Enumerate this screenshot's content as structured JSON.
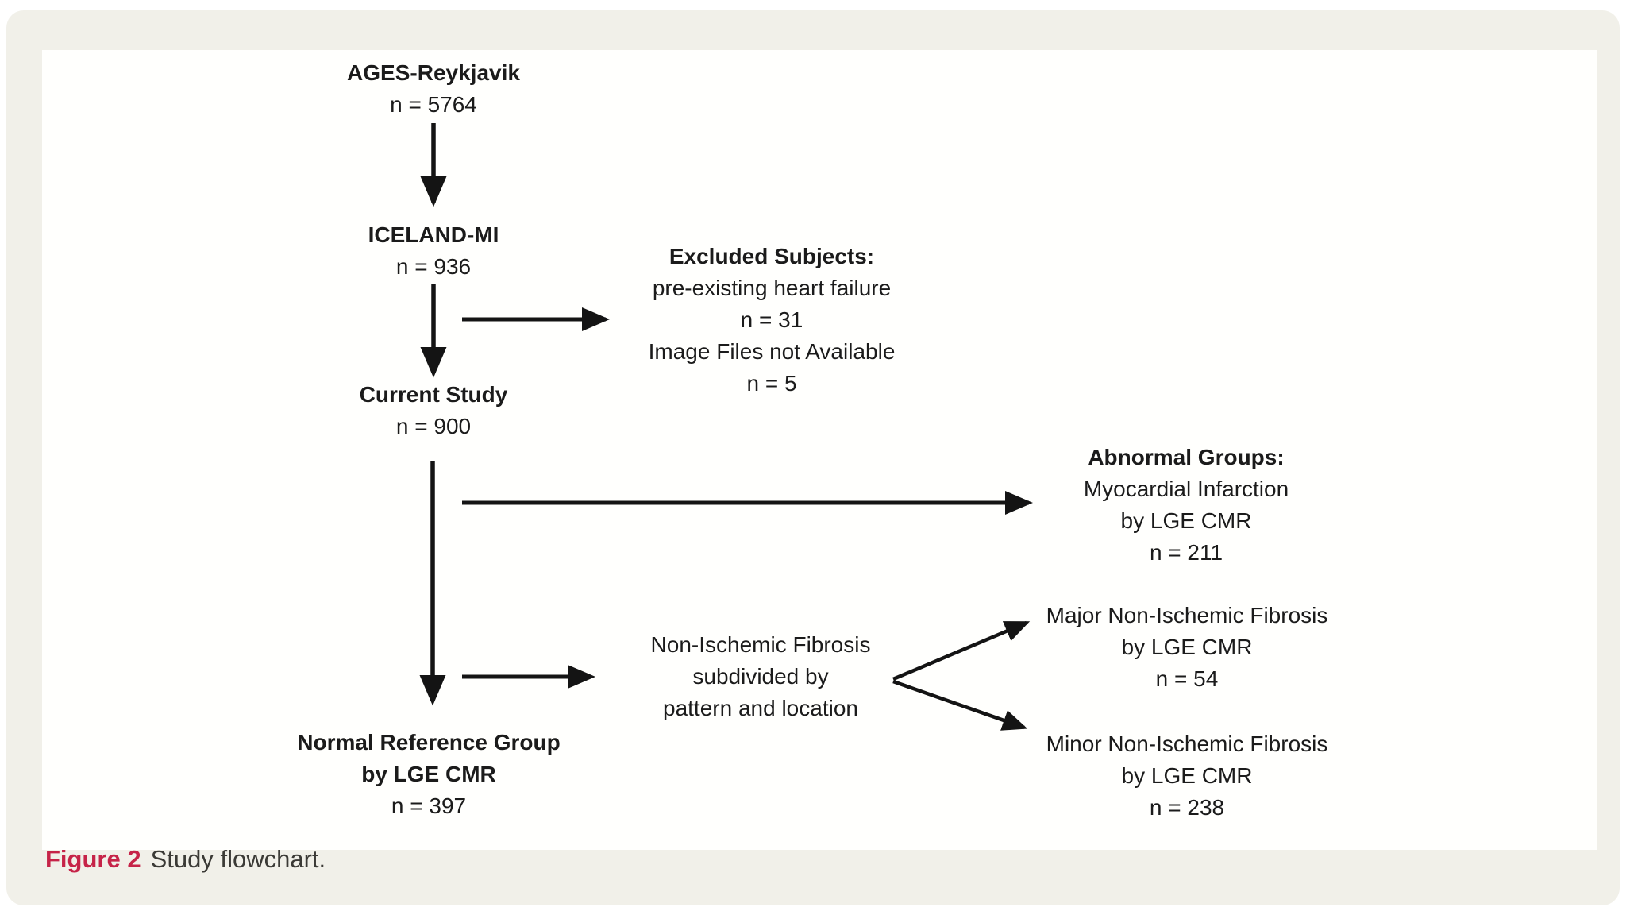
{
  "figure": {
    "caption": {
      "label": "Figure 2",
      "text": "Study flowchart."
    },
    "colors": {
      "caption_accent": "#c62348",
      "card_bg": "#f1f0e9",
      "panel_bg": "#fffffd",
      "ink": "#1b1b1b"
    },
    "nodes": {
      "ages": {
        "title": "AGES-Reykjavik",
        "count": "n = 5764"
      },
      "iceland": {
        "title": "ICELAND-MI",
        "count": "n = 936"
      },
      "excluded": {
        "title": "Excluded Subjects:",
        "reason1": "pre-existing heart failure",
        "count1": "n = 31",
        "reason2": "Image Files not Available",
        "count2": "n = 5"
      },
      "current": {
        "title": "Current Study",
        "count": "n = 900"
      },
      "abnormal": {
        "title": "Abnormal Groups:",
        "line1": "Myocardial Infarction",
        "line2": "by LGE CMR",
        "count": "n = 211"
      },
      "fibrosis": {
        "line1": "Non-Ischemic Fibrosis",
        "line2": "subdivided by",
        "line3": "pattern and location"
      },
      "major": {
        "line1": "Major Non-Ischemic Fibrosis",
        "line2": "by LGE CMR",
        "count": "n = 54"
      },
      "minor": {
        "line1": "Minor Non-Ischemic Fibrosis",
        "line2": "by LGE CMR",
        "count": "n = 238"
      },
      "normal": {
        "line1": "Normal Reference Group",
        "line2": "by LGE CMR",
        "count": "n = 397"
      }
    }
  }
}
